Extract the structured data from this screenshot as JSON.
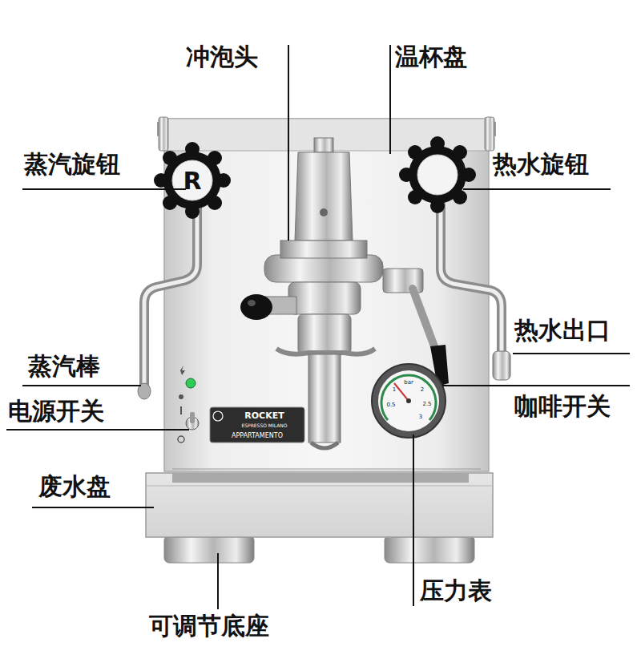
{
  "diagram": {
    "labels": [
      "冲泡头",
      "温杯盘",
      "蒸汽旋钮",
      "热水旋钮",
      "热水出口",
      "蒸汽棒",
      "咖啡开关",
      "电源开关",
      "废水盘",
      "压力表",
      "可调节底座",
      "R",
      "ROCKET",
      "ESPRESSO MILANO",
      "APPARTAMENTO",
      "0.5",
      "1",
      "bar",
      "2",
      "2.5",
      "3"
    ]
  }
}
